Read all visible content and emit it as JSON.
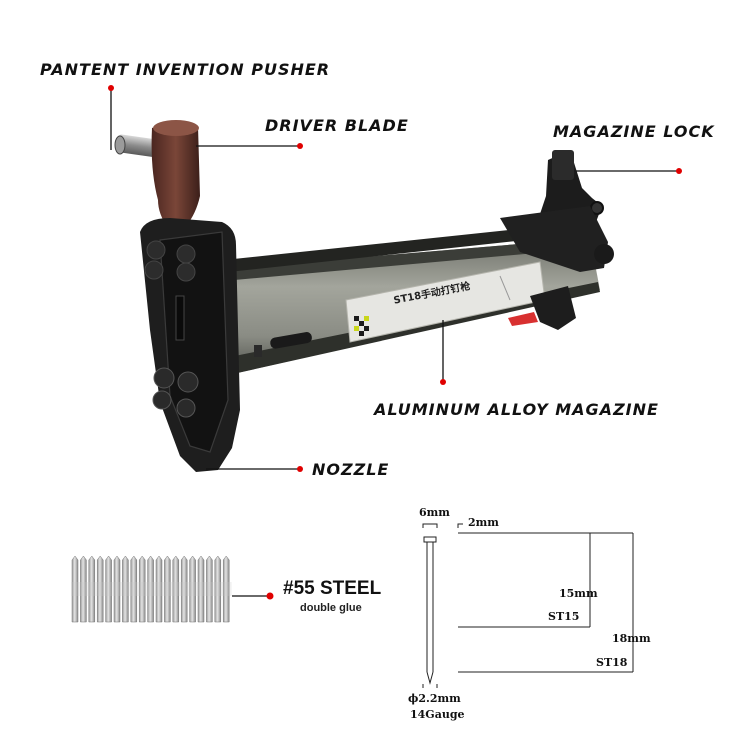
{
  "callouts": {
    "pusher": "PANTENT INVENTION PUSHER",
    "driver_blade": "DRIVER BLADE",
    "magazine_lock": "MAGAZINE LOCK",
    "magazine": "ALUMINUM ALLOY MAGAZINE",
    "nozzle": "NOZZLE"
  },
  "product_label": {
    "title": "ST18手动打钉枪"
  },
  "nail_strip": {
    "grade": "#55 STEEL",
    "note": "double glue"
  },
  "diagram": {
    "head_width": "6mm",
    "head_height": "2mm",
    "length_15": "15mm",
    "model_15": "ST15",
    "length_18": "18mm",
    "model_18": "ST18",
    "diameter": "ϕ2.2mm",
    "gauge": "14Gauge"
  },
  "colors": {
    "accent_dot": "#e00000",
    "tool_body": "#1a1a1a",
    "magazine": "#8a8c84",
    "handle": "#6b3a30"
  }
}
